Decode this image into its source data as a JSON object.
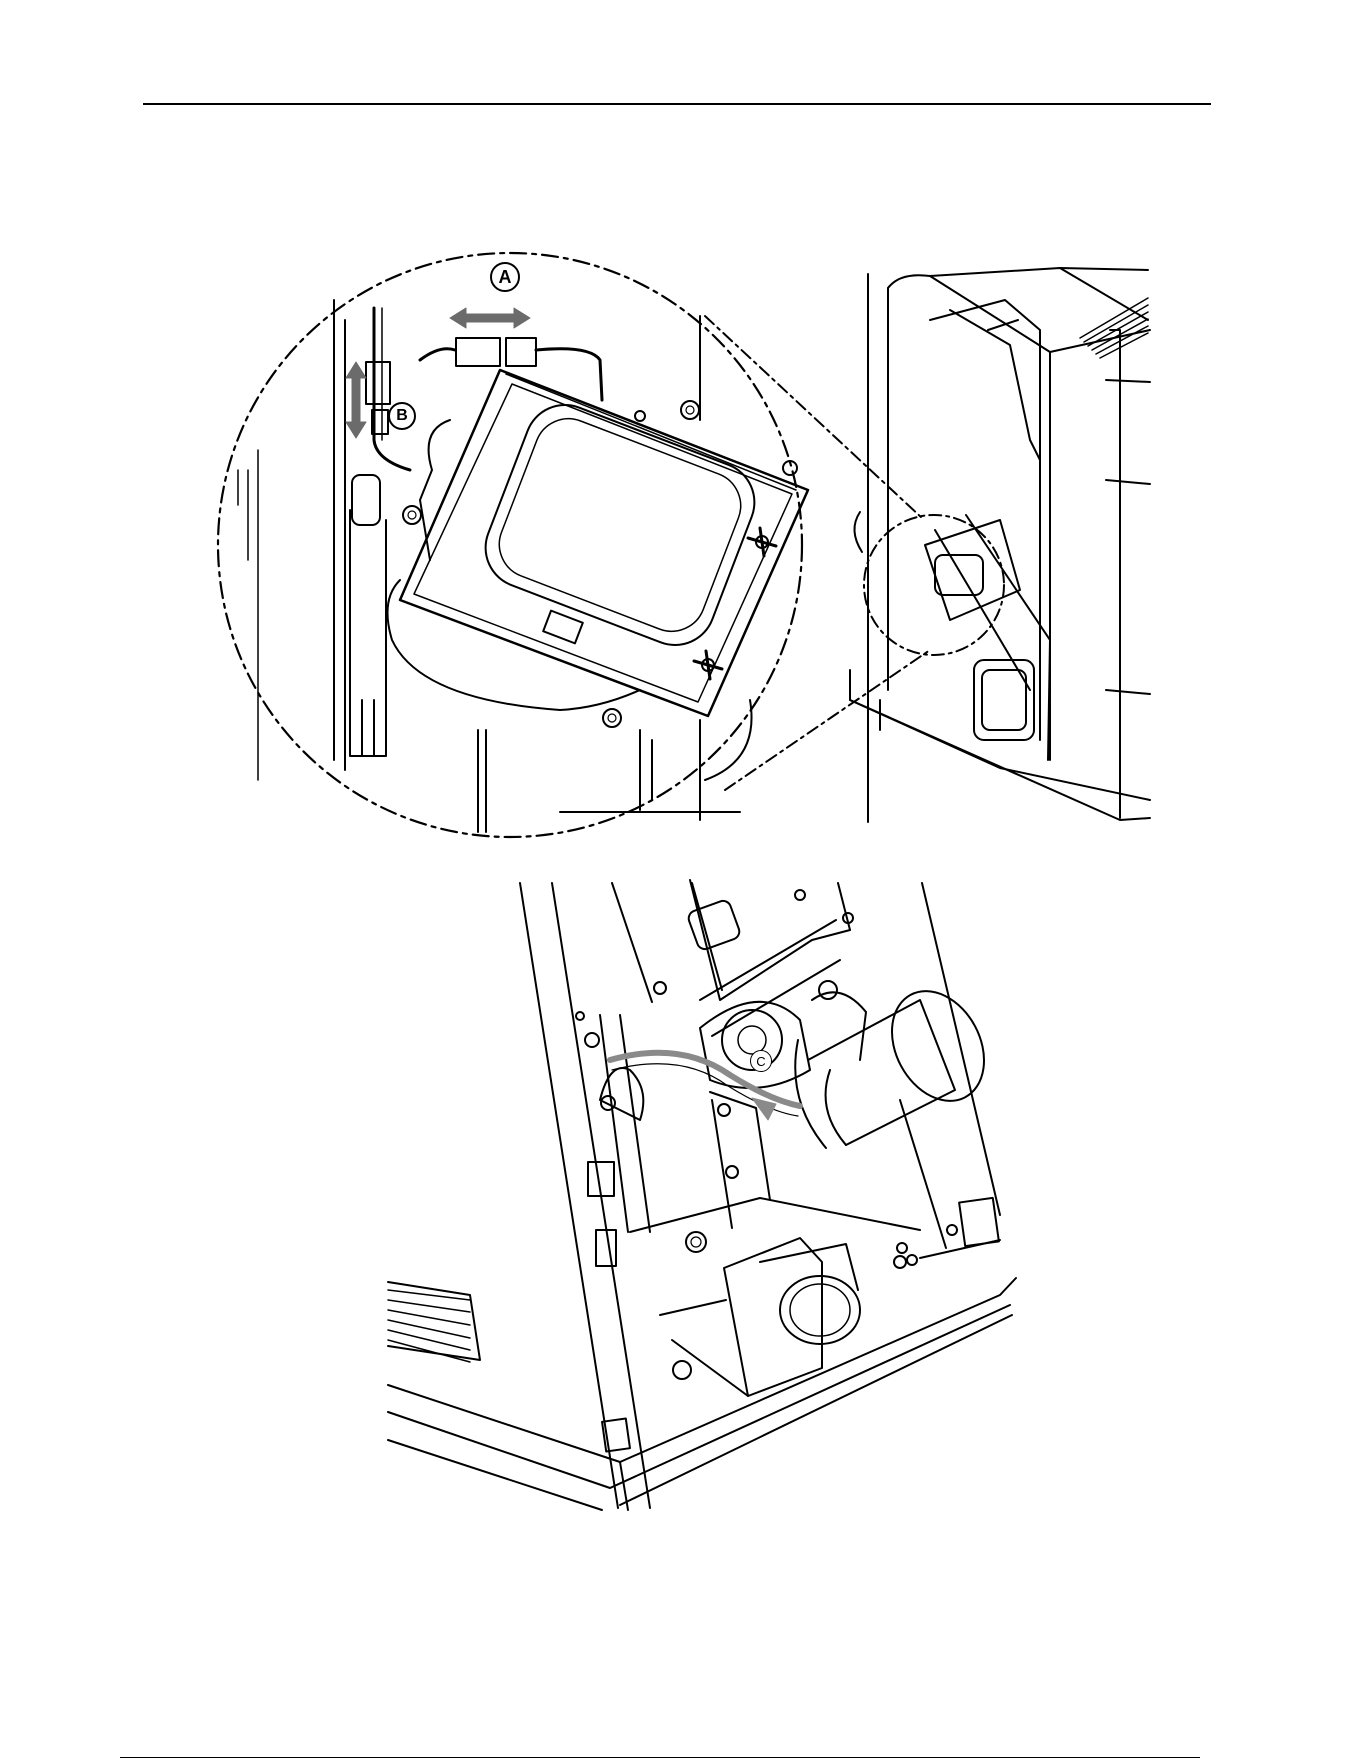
{
  "page": {
    "background": "#ffffff",
    "line_color": "#000000",
    "arrow_color": "#6b6b6b",
    "hose_color": "#8a8a8a"
  },
  "figure_top": {
    "callouts": [
      {
        "label": "A"
      },
      {
        "label": "B"
      }
    ],
    "icons": [
      "double-arrow-horizontal-icon",
      "double-arrow-vertical-icon",
      "connector-plug-icon"
    ]
  },
  "figure_bottom": {
    "callouts": [
      {
        "label": "C"
      }
    ],
    "icons": [
      "hose-arrow-icon"
    ]
  }
}
